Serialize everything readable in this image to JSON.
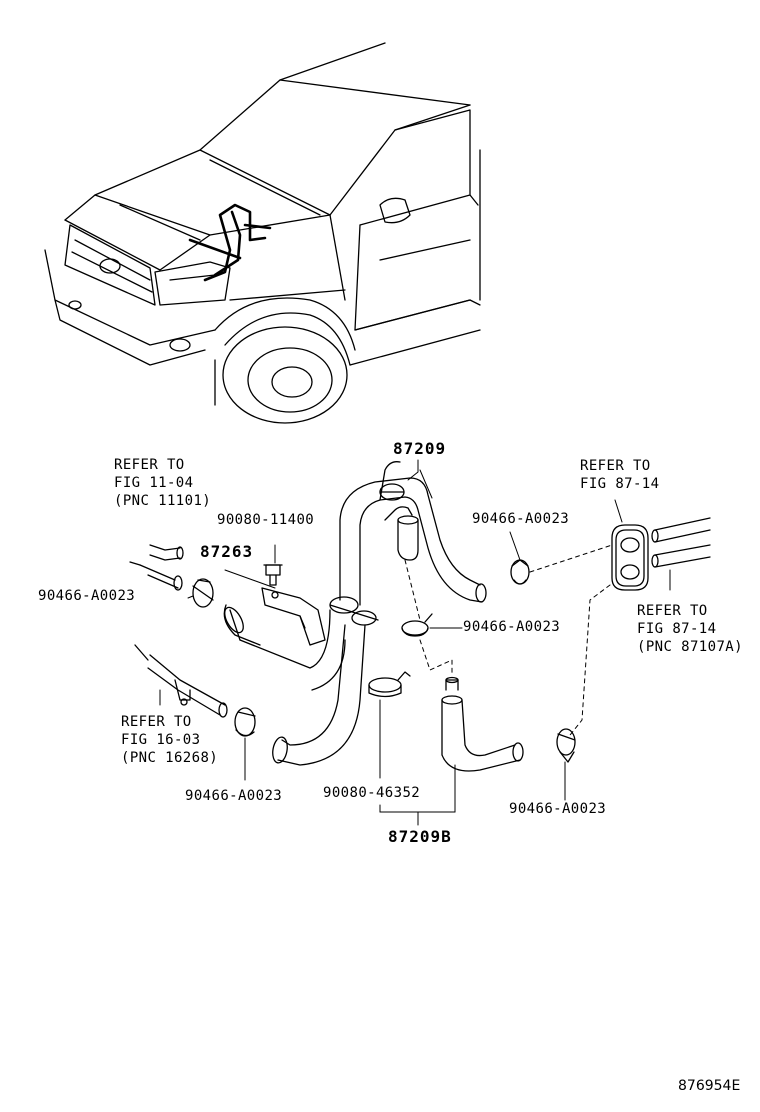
{
  "callouts": {
    "hose_main": "87209",
    "bolt": "90080-11400",
    "bracket": "87263",
    "clamp_left_top": "90466-A0023",
    "clamp_right_top": "90466-A0023",
    "clamp_center": "90466-A0023",
    "clamp_left_bottom": "90466-A0023",
    "clamp_right_bottom": "90466-A0023",
    "clamp_lower_center": "90080-46352",
    "hose_sub": "87209B"
  },
  "references": {
    "engine": [
      "REFER TO",
      "FIG 11-04",
      "(PNC 11101)"
    ],
    "heater_top": [
      "REFER TO",
      "FIG 87-14"
    ],
    "heater_pipe": [
      "REFER TO",
      "FIG 87-14",
      "(PNC 87107A)"
    ],
    "radiator": [
      "REFER TO",
      "FIG 16-03",
      "(PNC 16268)"
    ]
  },
  "figure_id": "876954E",
  "icons": [
    "truck-illustration",
    "hose-icon",
    "clamp-icon",
    "bolt-icon",
    "bracket-icon",
    "grommet-icon",
    "pipe-icon"
  ]
}
